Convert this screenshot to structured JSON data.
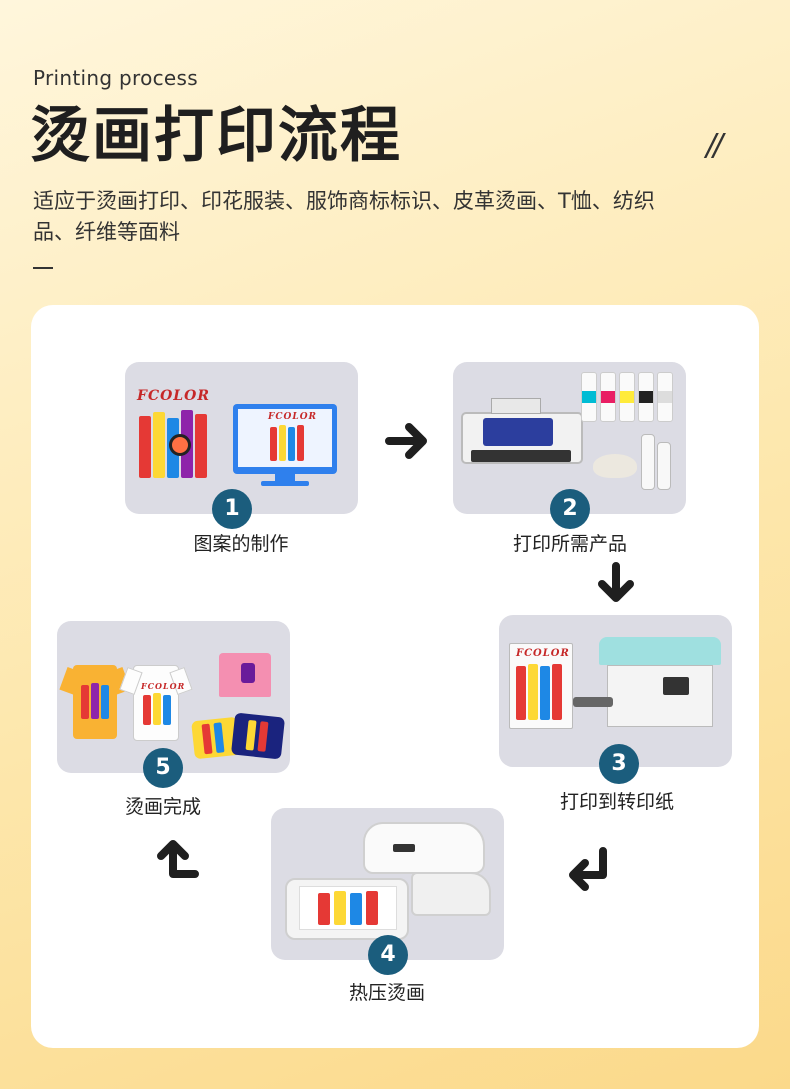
{
  "header": {
    "subtitle_en": "Printing process",
    "title": "烫画打印流程",
    "slashes": "//",
    "description": "适应于烫画打印、印花服装、服饰商标标识、皮革烫画、T恤、纺织品、纤维等面料"
  },
  "brand_text": "FCOLOR",
  "steps": [
    {
      "number": "1",
      "label": "图案的制作"
    },
    {
      "number": "2",
      "label": "打印所需产品"
    },
    {
      "number": "3",
      "label": "打印到转印纸"
    },
    {
      "number": "4",
      "label": "热压烫画"
    },
    {
      "number": "5",
      "label": "烫画完成"
    }
  ],
  "colors": {
    "step_badge": "#1b5d7d",
    "panel_bg": "#dcdce4",
    "arrow": "#1f1f1f"
  }
}
